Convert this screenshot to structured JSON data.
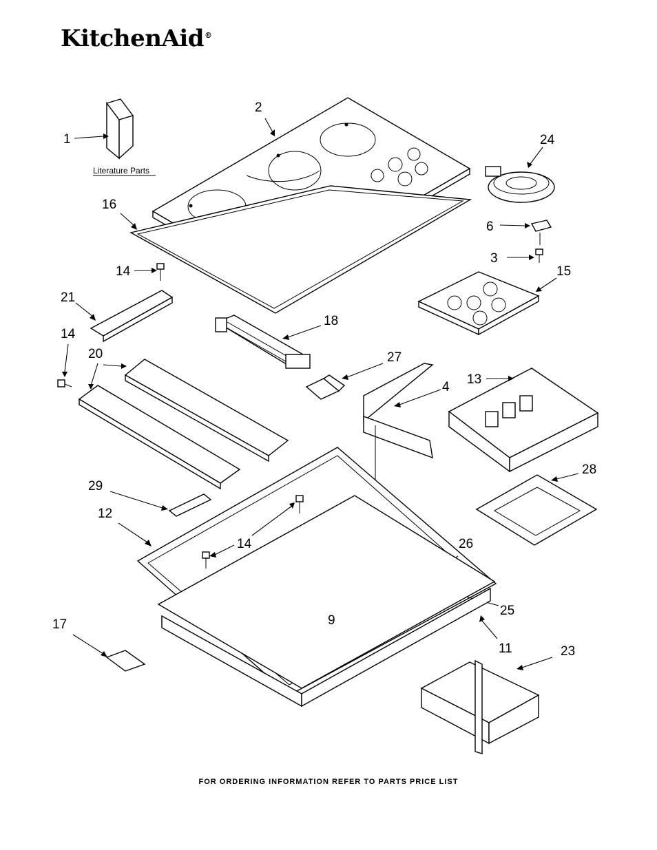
{
  "brand": {
    "name": "KitchenAid",
    "mark": "®"
  },
  "literature_label": "Literature Parts",
  "callouts": [
    {
      "id": "c1",
      "text": "1"
    },
    {
      "id": "c2",
      "text": "2"
    },
    {
      "id": "c24",
      "text": "24"
    },
    {
      "id": "c16",
      "text": "16"
    },
    {
      "id": "c6",
      "text": "6"
    },
    {
      "id": "c3",
      "text": "3"
    },
    {
      "id": "c15",
      "text": "15"
    },
    {
      "id": "c14a",
      "text": "14"
    },
    {
      "id": "c21",
      "text": "21"
    },
    {
      "id": "c18",
      "text": "18"
    },
    {
      "id": "c14b",
      "text": "14"
    },
    {
      "id": "c20",
      "text": "20"
    },
    {
      "id": "c27",
      "text": "27"
    },
    {
      "id": "c4",
      "text": "4"
    },
    {
      "id": "c13",
      "text": "13"
    },
    {
      "id": "c28",
      "text": "28"
    },
    {
      "id": "c29",
      "text": "29"
    },
    {
      "id": "c12",
      "text": "12"
    },
    {
      "id": "c14c",
      "text": "14"
    },
    {
      "id": "c26",
      "text": "26"
    },
    {
      "id": "c25",
      "text": "25"
    },
    {
      "id": "c9",
      "text": "9"
    },
    {
      "id": "c17",
      "text": "17"
    },
    {
      "id": "c11",
      "text": "11"
    },
    {
      "id": "c23",
      "text": "23"
    }
  ],
  "footer": "FOR ORDERING INFORMATION REFER TO PARTS PRICE LIST"
}
